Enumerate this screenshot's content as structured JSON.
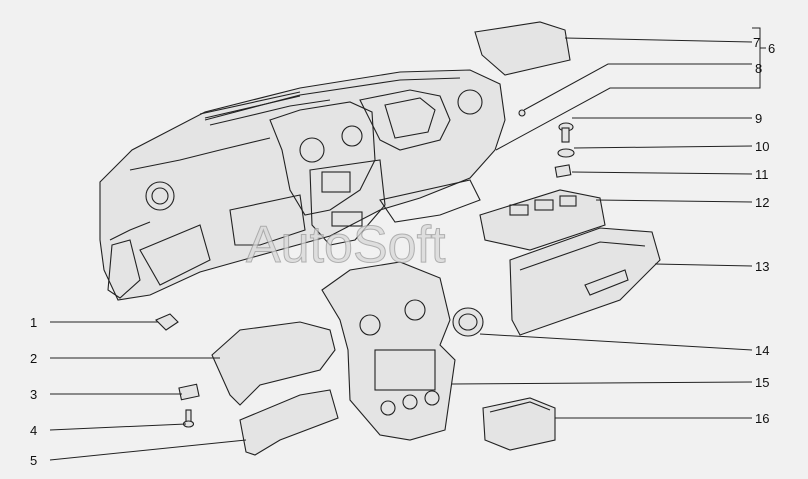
{
  "watermark": "AutoSoft",
  "labels": [
    "1",
    "2",
    "3",
    "4",
    "5",
    "6",
    "7",
    "8",
    "9",
    "10",
    "11",
    "12",
    "13",
    "14",
    "15",
    "16"
  ]
}
